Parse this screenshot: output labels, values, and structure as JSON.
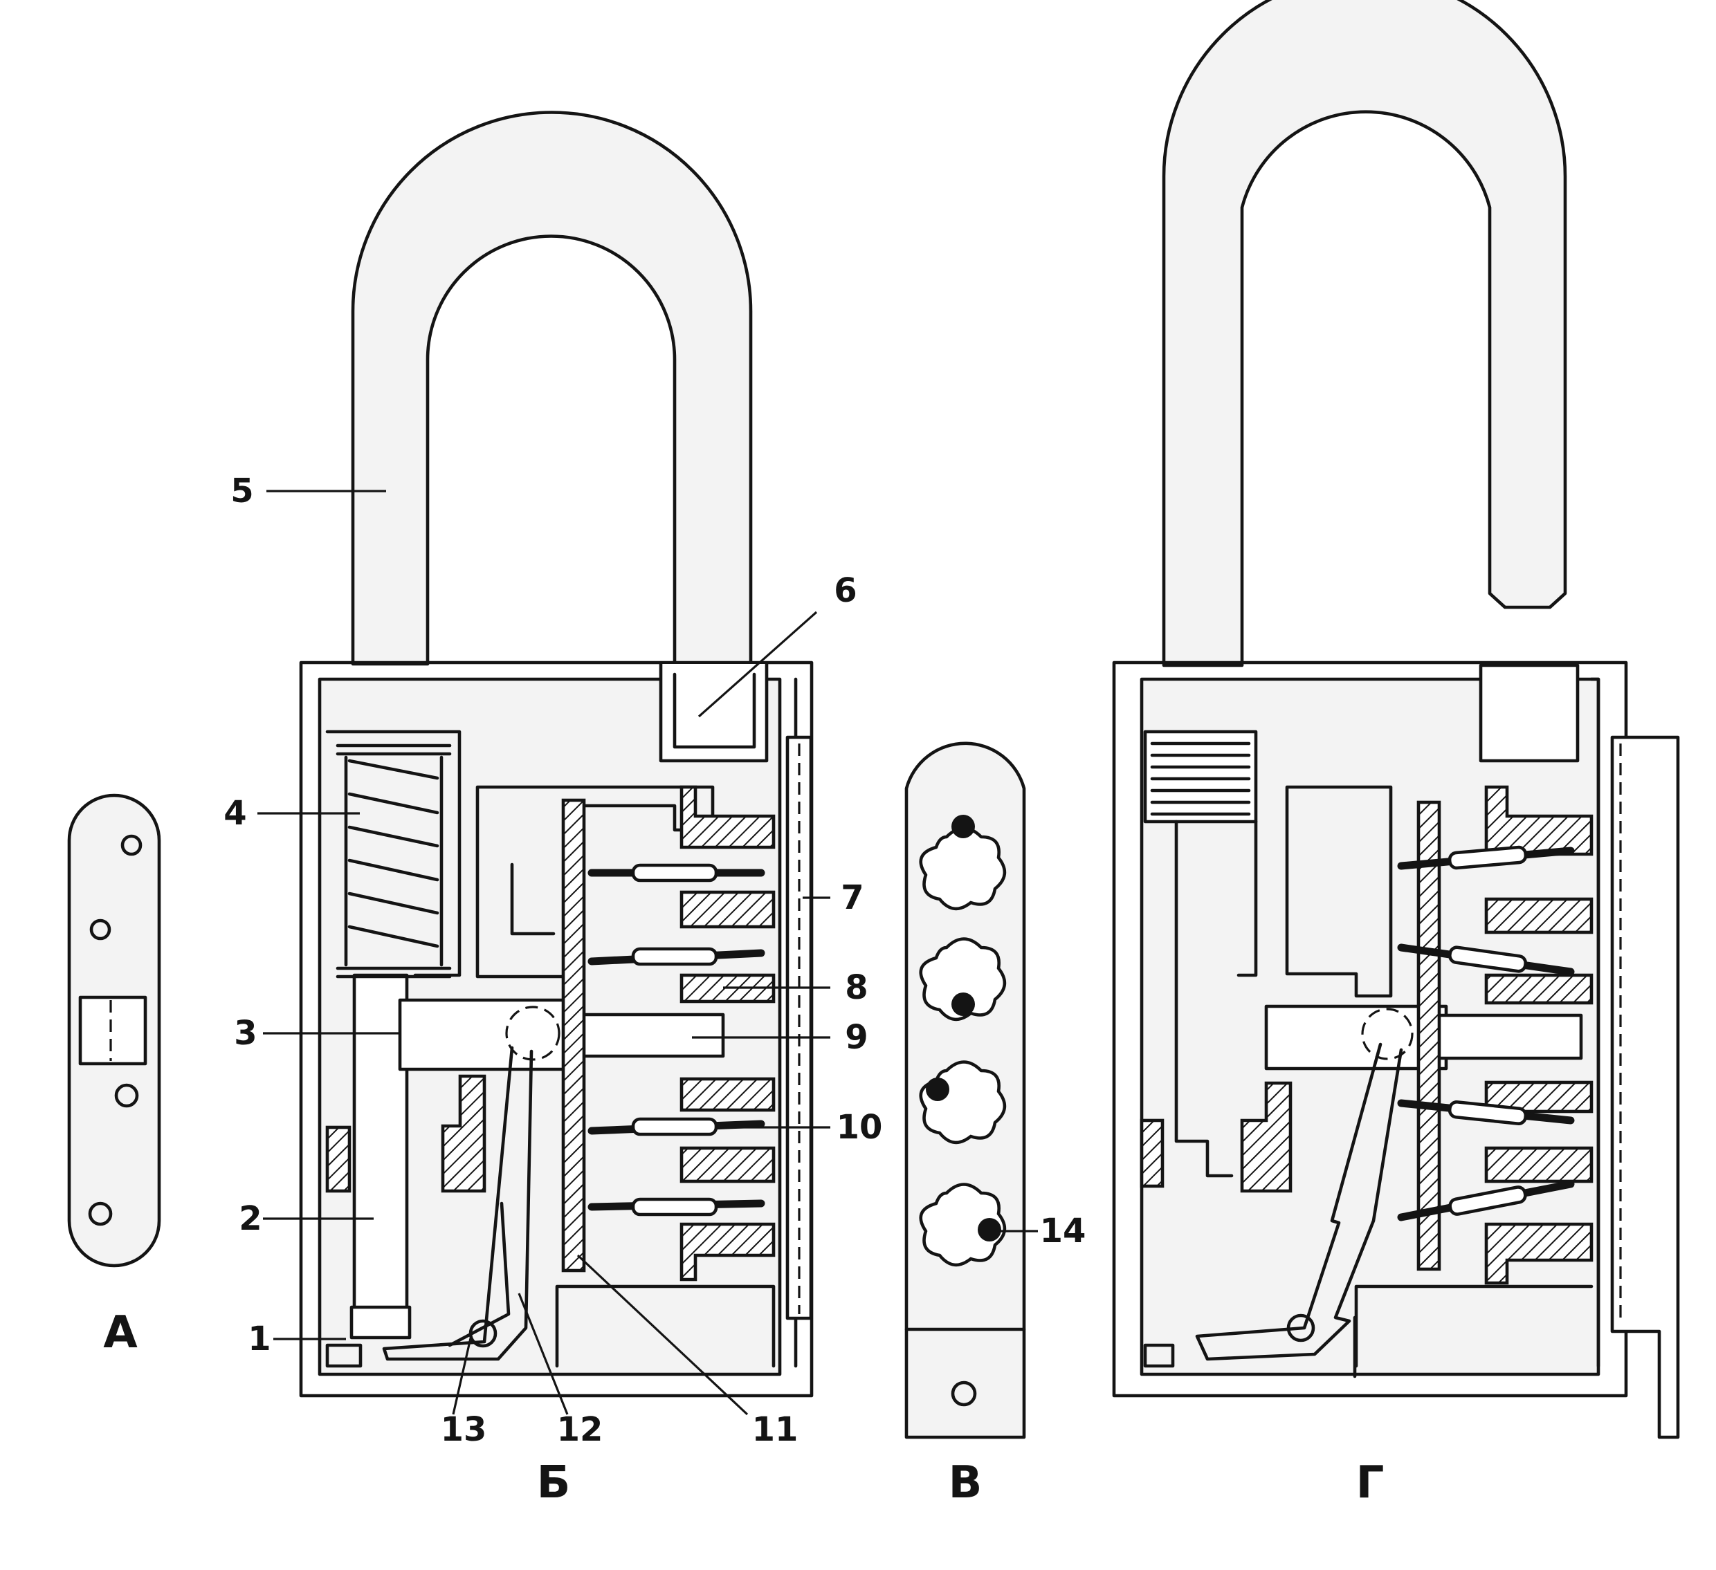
{
  "figures": {
    "a": {
      "label": "А"
    },
    "b": {
      "label": "Б"
    },
    "v": {
      "label": "В"
    },
    "g": {
      "label": "Г"
    }
  },
  "callouts": [
    "1",
    "2",
    "3",
    "4",
    "5",
    "6",
    "7",
    "8",
    "9",
    "10",
    "11",
    "12",
    "13",
    "14"
  ],
  "colors": {
    "ink": "#141414",
    "paper": "#ffffff",
    "fill": "#f3f3f3"
  }
}
